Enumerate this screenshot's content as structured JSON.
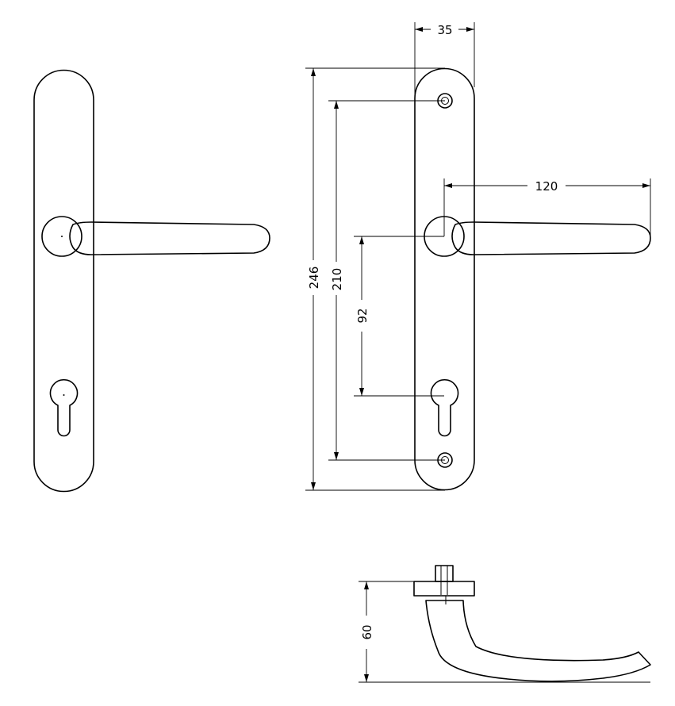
{
  "dimensions": {
    "plate_width": "35",
    "lever_length": "120",
    "plate_height": "246",
    "screw_centers": "210",
    "lever_to_cylinder": "92",
    "projection": "60"
  }
}
